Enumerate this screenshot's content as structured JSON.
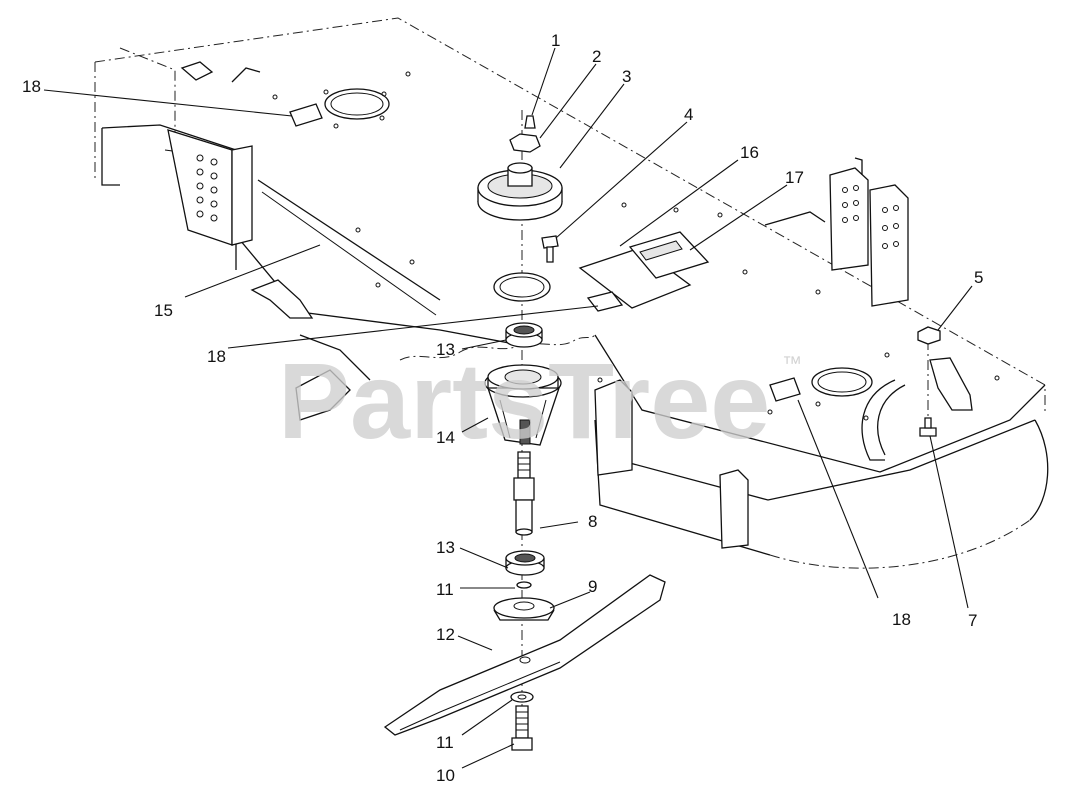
{
  "watermark": {
    "text": "PartsTree",
    "trademark": "™"
  },
  "callouts": [
    {
      "id": "c1",
      "label": "1"
    },
    {
      "id": "c2",
      "label": "2"
    },
    {
      "id": "c3",
      "label": "3"
    },
    {
      "id": "c4",
      "label": "4"
    },
    {
      "id": "c16",
      "label": "16"
    },
    {
      "id": "c17",
      "label": "17"
    },
    {
      "id": "c5",
      "label": "5"
    },
    {
      "id": "c18a",
      "label": "18"
    },
    {
      "id": "c15",
      "label": "15"
    },
    {
      "id": "c18b",
      "label": "18"
    },
    {
      "id": "c13a",
      "label": "13"
    },
    {
      "id": "c14",
      "label": "14"
    },
    {
      "id": "c8",
      "label": "8"
    },
    {
      "id": "c13b",
      "label": "13"
    },
    {
      "id": "c11a",
      "label": "11"
    },
    {
      "id": "c9",
      "label": "9"
    },
    {
      "id": "c12",
      "label": "12"
    },
    {
      "id": "c11b",
      "label": "11"
    },
    {
      "id": "c10",
      "label": "10"
    },
    {
      "id": "c18c",
      "label": "18"
    },
    {
      "id": "c7",
      "label": "7"
    }
  ]
}
